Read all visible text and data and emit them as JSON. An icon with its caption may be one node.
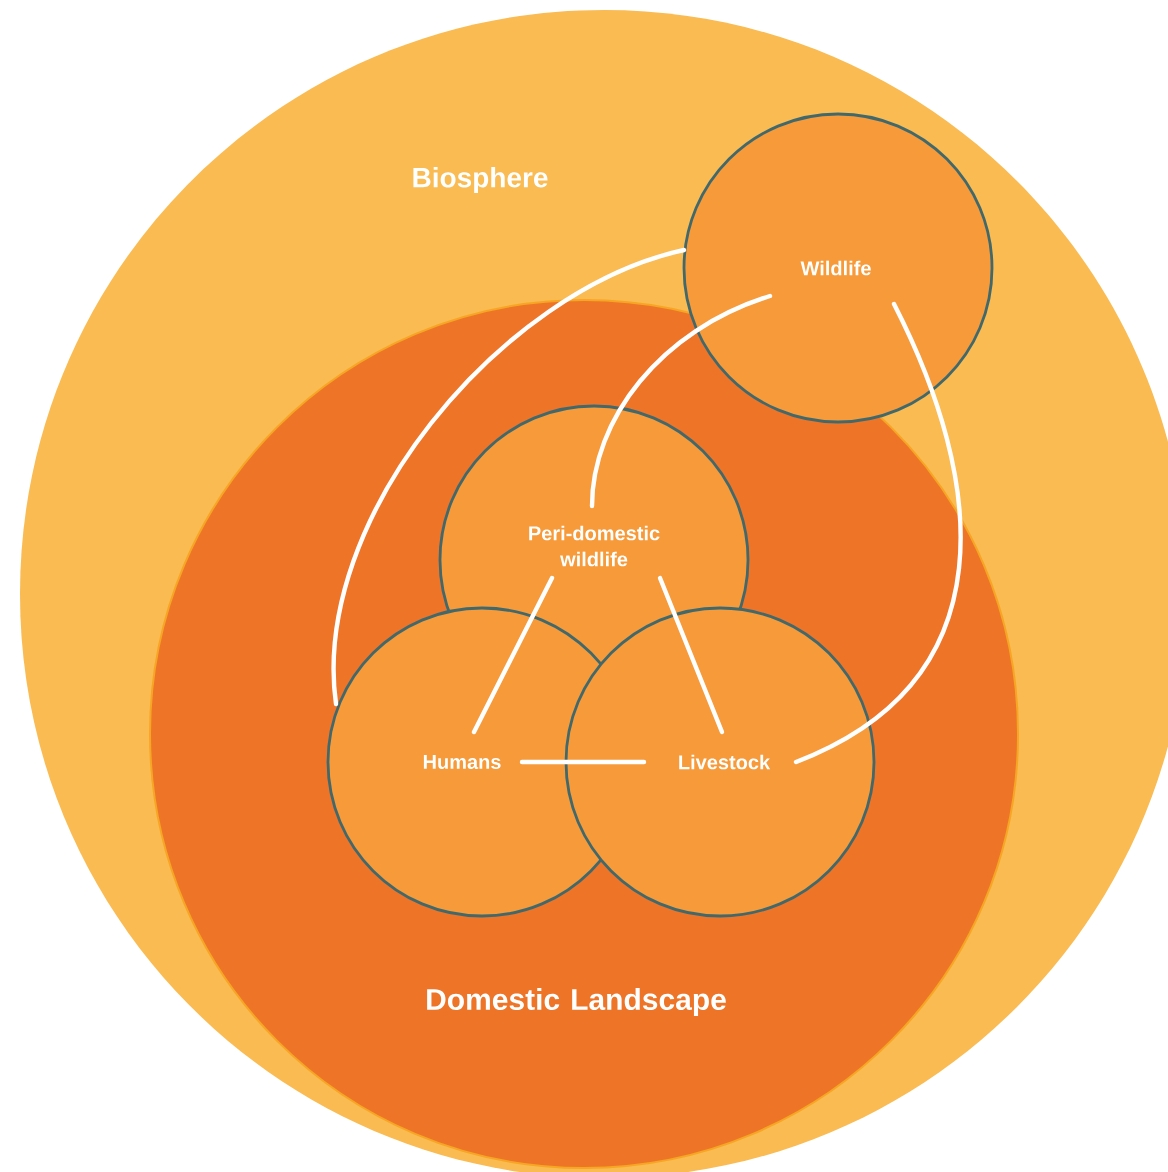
{
  "diagram": {
    "nodes": [
      {
        "text": [
          "Biosphere"
        ]
      },
      {
        "text": [
          "Domestic Landscape"
        ],
        "in": 0
      },
      {
        "text": [
          "Wildlife"
        ],
        "in": 0
      },
      {
        "text": [
          "Peri-domestic wildlife"
        ],
        "in": 1
      },
      {
        "text": [
          "Humans"
        ],
        "in": 1
      },
      {
        "text": [
          "Livestock"
        ],
        "in": 1
      }
    ],
    "edges": [
      {
        "from": 2,
        "to": 4,
        "arrow": "none"
      },
      {
        "from": 2,
        "to": 3,
        "arrow": "none"
      },
      {
        "from": 2,
        "to": 5,
        "arrow": "none"
      },
      {
        "from": 3,
        "to": 4,
        "arrow": "none"
      },
      {
        "from": 3,
        "to": 5,
        "arrow": "none"
      },
      {
        "from": 4,
        "to": 5,
        "arrow": "none"
      }
    ]
  }
}
